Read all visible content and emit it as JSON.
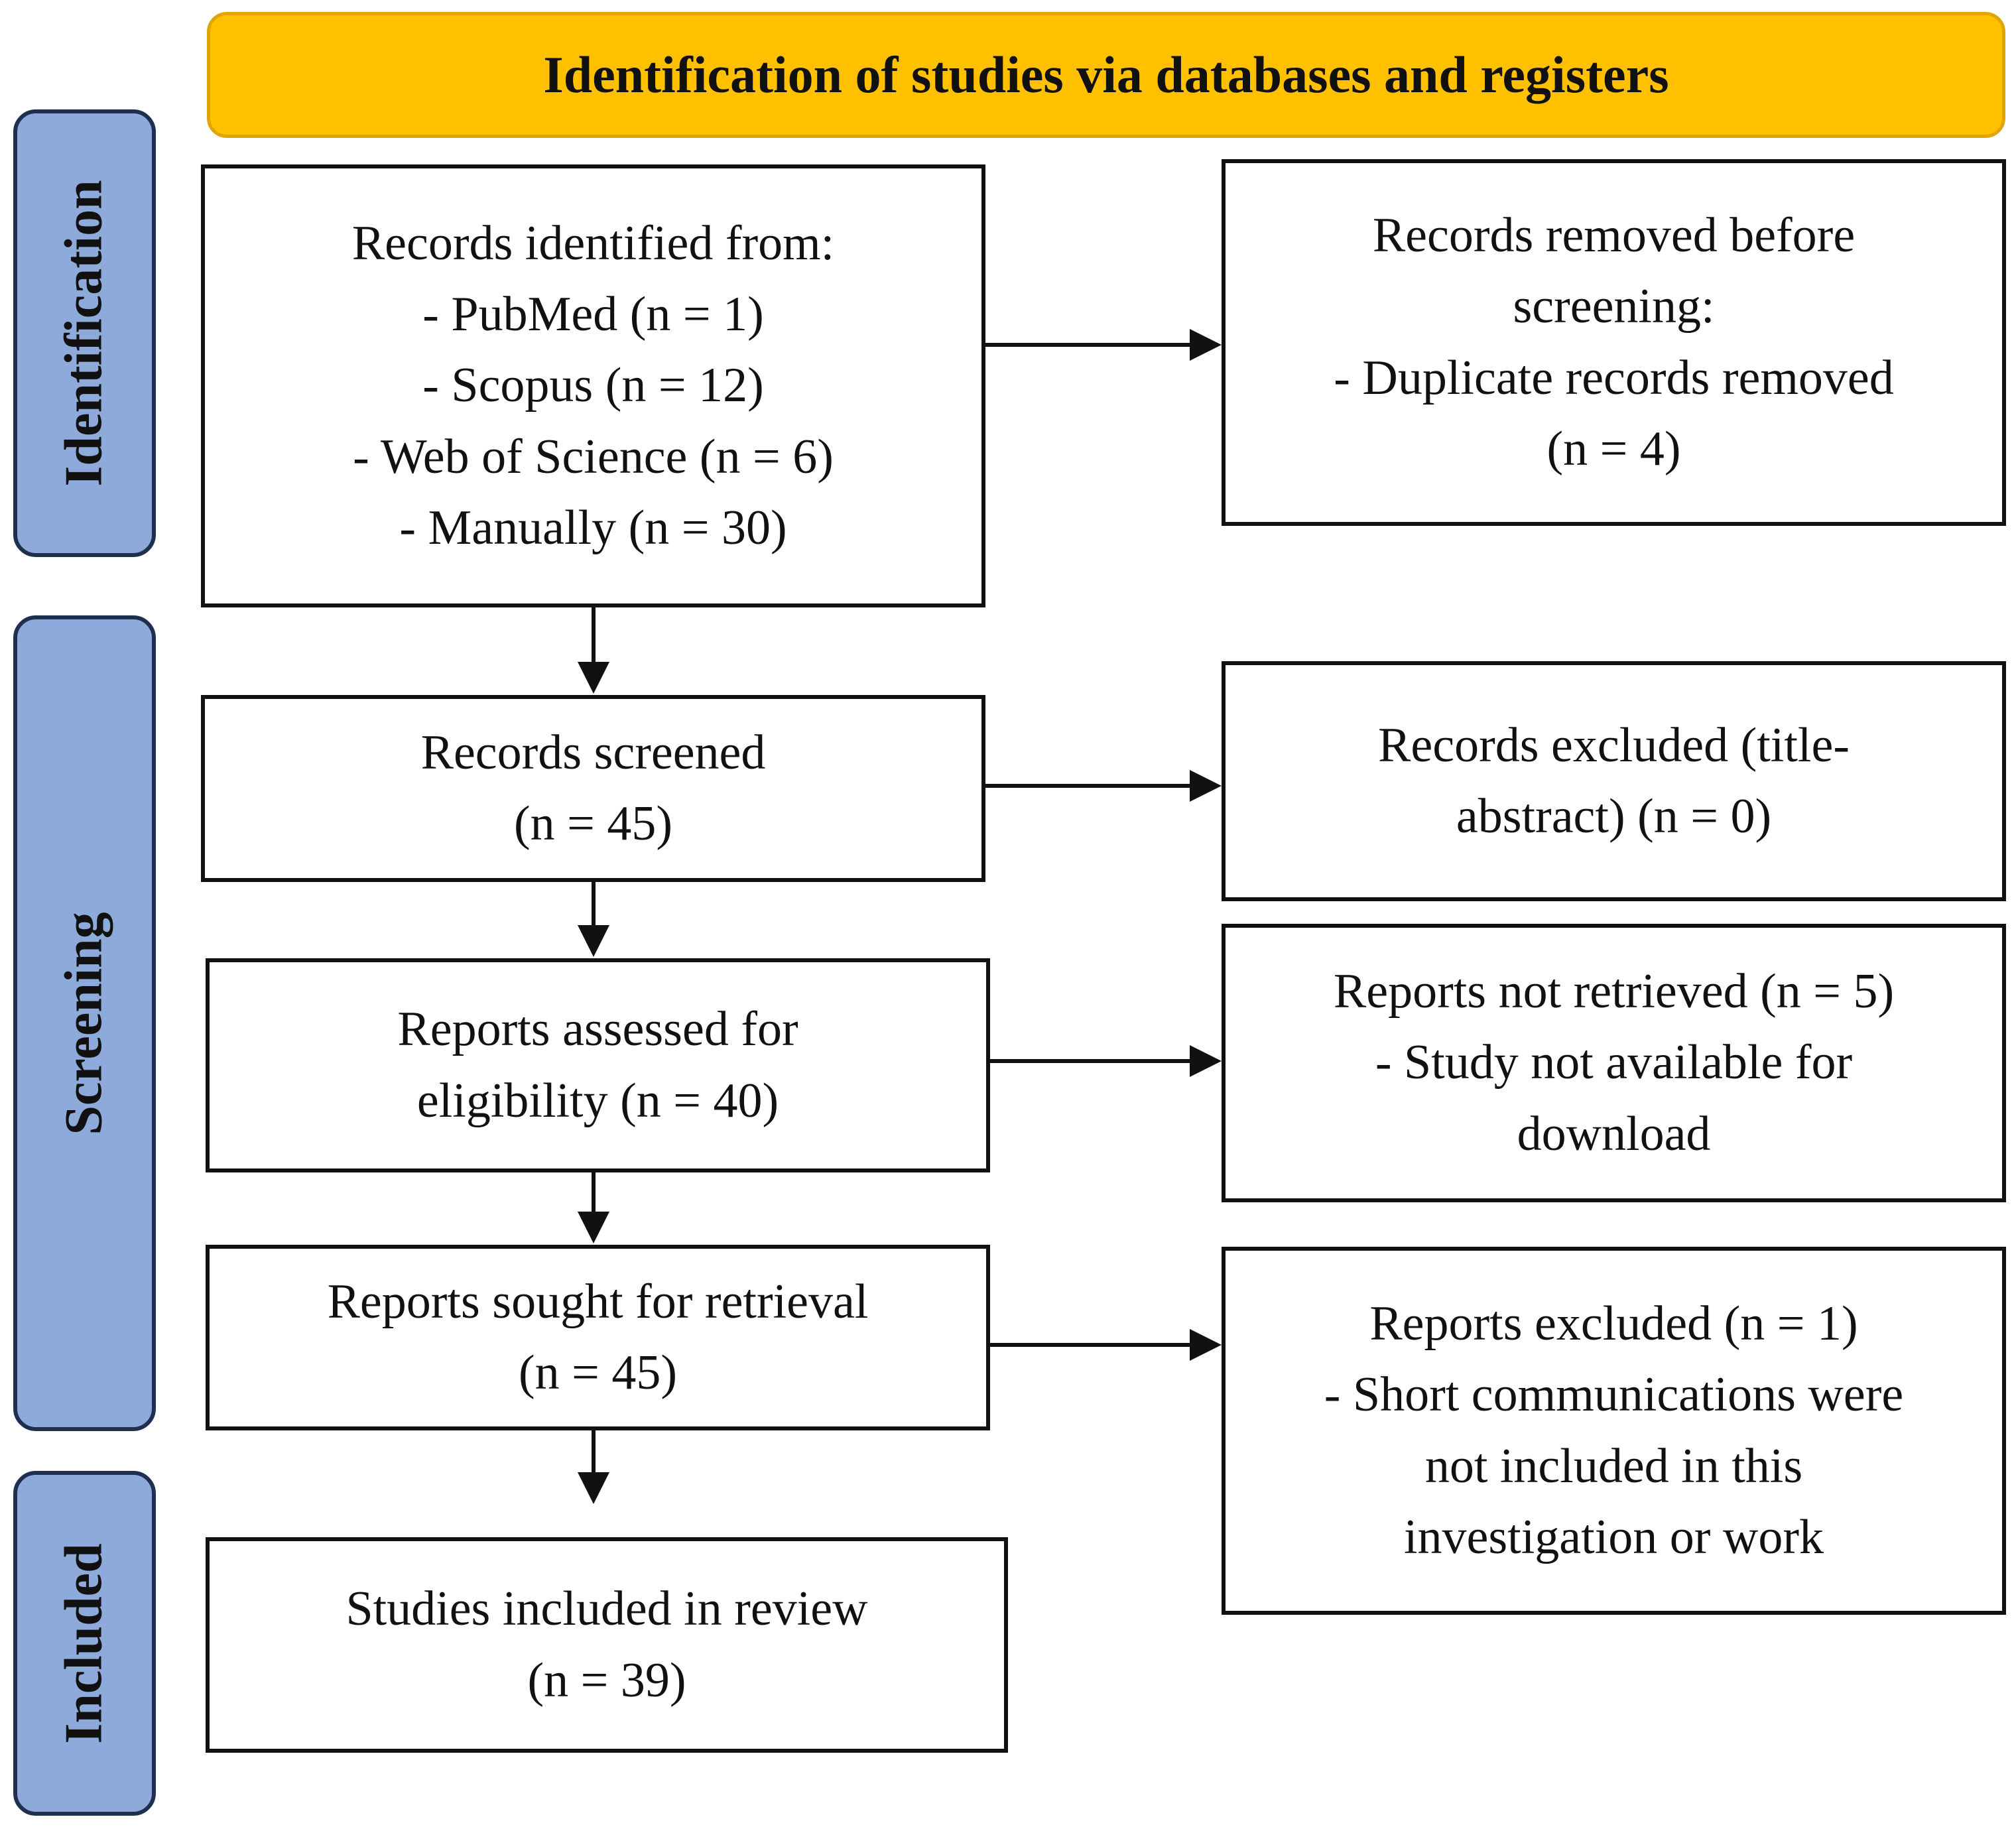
{
  "header": {
    "title": "Identification of studies via databases and registers"
  },
  "phases": {
    "identification": "Identification",
    "screening": "Screening",
    "included": "Included"
  },
  "boxes": {
    "records_identified": [
      "Records identified from:",
      "- PubMed (n = 1)",
      "- Scopus  (n = 12)",
      "- Web of Science  (n = 6)",
      "- Manually  (n = 30)"
    ],
    "records_removed": [
      "Records removed before",
      "screening:",
      "- Duplicate records  removed",
      "(n = 4)"
    ],
    "records_screened": [
      "Records screened",
      "(n = 45)"
    ],
    "records_excluded": [
      "Records excluded (title-",
      "abstract)  (n = 0)"
    ],
    "reports_assessed": [
      "Reports assessed for",
      "eligibility (n = 40)"
    ],
    "reports_not_retrieved": [
      "Reports not retrieved (n = 5)",
      "- Study  not available for",
      "download"
    ],
    "reports_sought": [
      "Reports sought for retrieval",
      "(n = 45)"
    ],
    "reports_excluded": [
      "Reports excluded (n = 1)",
      "- Short communications  were",
      "not included in this",
      "investigation or work"
    ],
    "studies_included": [
      "Studies included in review",
      "(n = 39)"
    ]
  }
}
